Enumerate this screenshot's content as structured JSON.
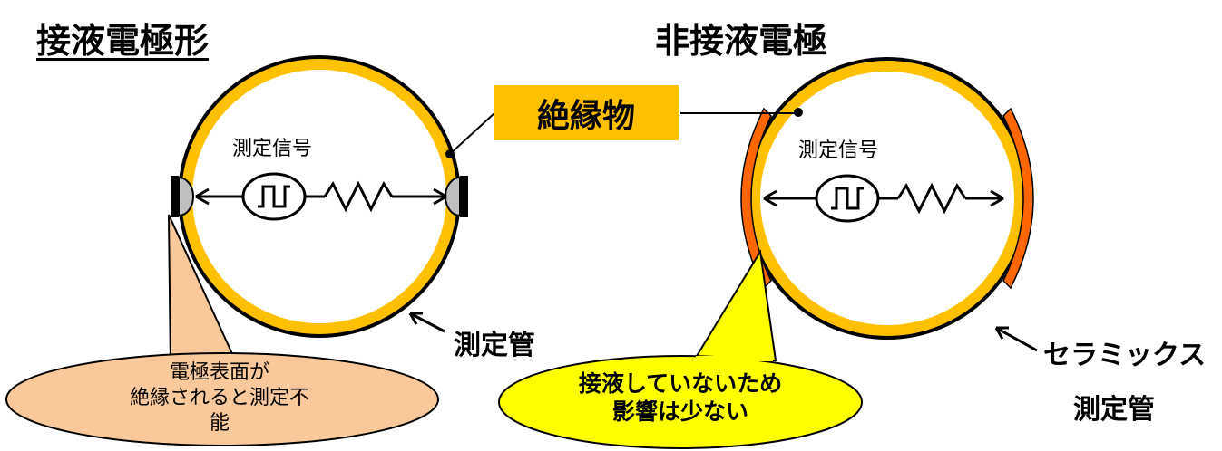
{
  "headline": "",
  "titles": {
    "left": "接液電極形",
    "right": "非接液電極"
  },
  "labels": {
    "insulator": "絶縁物",
    "signal_left": "測定信号",
    "signal_right": "測定信号",
    "tube_left": "測定管",
    "ceramic_tube_line1": "セラミックス",
    "ceramic_tube_line2": "測定管"
  },
  "callouts": {
    "left_line1": "電極表面が",
    "left_line2": "絶縁されると測定不",
    "left_line3": "能",
    "right_line1": "接液していないため",
    "right_line2": "影響は少ない"
  },
  "colors": {
    "insulator_box": "#ffc000",
    "tube_ring": "#ffc000",
    "electrode_right": "#ff6600",
    "callout_left_fill": "#f9c99b",
    "callout_right_fill": "#ffff00",
    "headline": "#1f1fd6"
  }
}
